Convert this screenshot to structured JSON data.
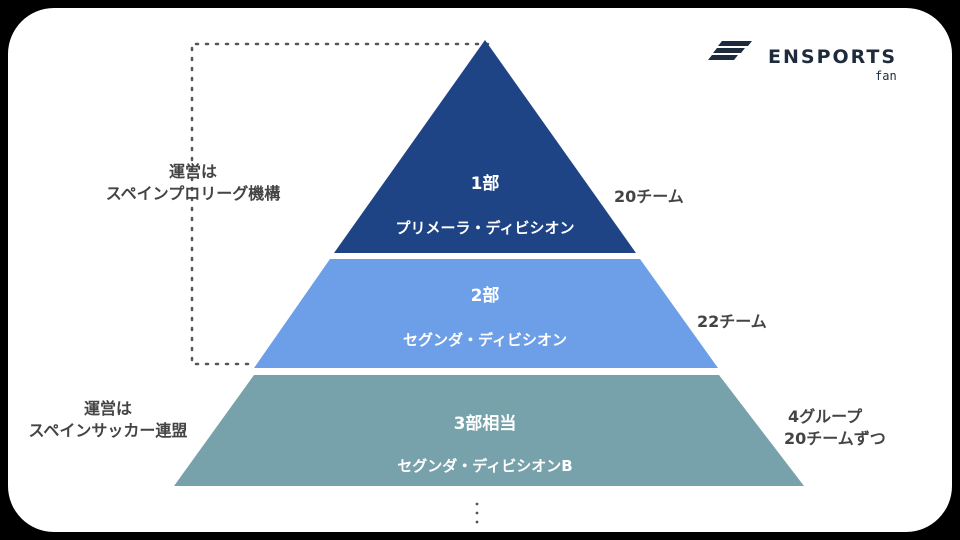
{
  "logo": {
    "word": "ENSPORTS",
    "sub": "fan",
    "icon": "stripes-logo-icon"
  },
  "tiers": [
    {
      "number": "1部",
      "name": "プリメーラ・ディビシオン",
      "teams": "20チーム",
      "color": "#1f4486"
    },
    {
      "number": "2部",
      "name": "セグンダ・ディビシオン",
      "teams": "22チーム",
      "color": "#6d9ee8"
    },
    {
      "number": "3部相当",
      "name": "セグンダ・ディビシオンB",
      "teams_line1": "4グループ",
      "teams_line2": "20チームずつ",
      "color": "#77a2ab"
    }
  ],
  "operators": {
    "upper": {
      "line1": "運営は",
      "line2": "スペインプロリーグ機構"
    },
    "lower": {
      "line1": "運営は",
      "line2": "スペインサッカー連盟"
    }
  }
}
